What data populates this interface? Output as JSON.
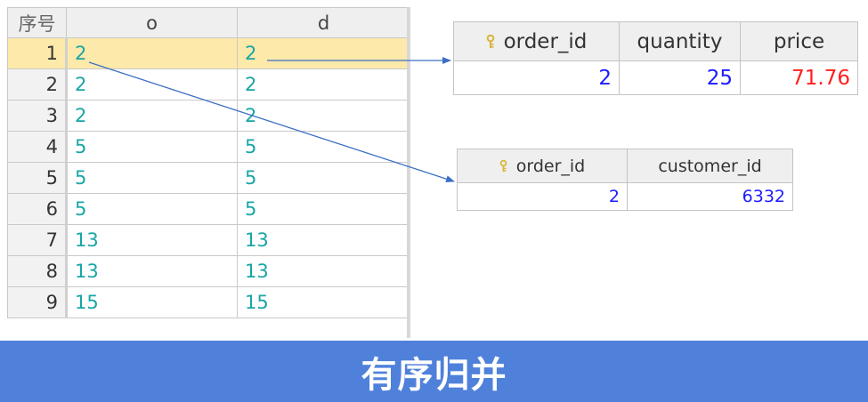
{
  "main_table": {
    "headers": {
      "index": "序号",
      "o": "o",
      "d": "d"
    },
    "rows": [
      {
        "index": "1",
        "o": "2",
        "d": "2"
      },
      {
        "index": "2",
        "o": "2",
        "d": "2"
      },
      {
        "index": "3",
        "o": "2",
        "d": "2"
      },
      {
        "index": "4",
        "o": "5",
        "d": "5"
      },
      {
        "index": "5",
        "o": "5",
        "d": "5"
      },
      {
        "index": "6",
        "o": "5",
        "d": "5"
      },
      {
        "index": "7",
        "o": "13",
        "d": "13"
      },
      {
        "index": "8",
        "o": "13",
        "d": "13"
      },
      {
        "index": "9",
        "o": "15",
        "d": "15"
      }
    ],
    "selected_row": 1
  },
  "order_detail_table": {
    "headers": {
      "order_id": "order_id",
      "quantity": "quantity",
      "price": "price"
    },
    "row": {
      "order_id": "2",
      "quantity": "25",
      "price": "71.76"
    }
  },
  "order_table": {
    "headers": {
      "order_id": "order_id",
      "customer_id": "customer_id"
    },
    "row": {
      "order_id": "2",
      "customer_id": "6332"
    }
  },
  "banner": {
    "title": "有序归并"
  },
  "colors": {
    "teal_value": "#1aa5a5",
    "blue_value": "#1c1cff",
    "red_value": "#ff2020",
    "selected_row": "#fde9a9",
    "arrow": "#3d6fc4",
    "banner_bg": "#4f81db",
    "key_icon": "#d9b43a"
  }
}
